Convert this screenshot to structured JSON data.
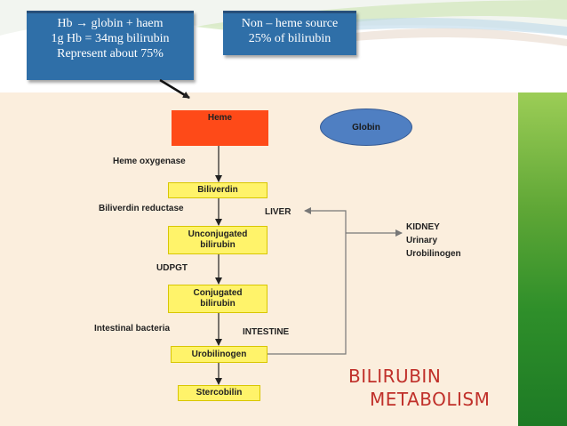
{
  "notes": {
    "hb": [
      "Hb → globin + haem",
      "1g Hb = 34mg bilirubin",
      "Represent about 75%"
    ],
    "nonheme": [
      "Non – heme source",
      "25% of bilirubin"
    ]
  },
  "diagram": {
    "heme": "Heme",
    "globin": "Globin",
    "biliverdin": "Biliverdin",
    "unconjugated": "Unconjugated\nbilirubin",
    "conjugated": "Conjugated\nbilirubin",
    "urobilinogen": "Urobilinogen",
    "stercobilin": "Stercobilin",
    "heme_oxygenase": "Heme oxygenase",
    "biliverdin_reductase": "Biliverdin reductase",
    "udpgt": "UDPGT",
    "intestinal_bacteria": "Intestinal bacteria",
    "liver": "LIVER",
    "intestine": "INTESTINE",
    "kidney": [
      "KIDNEY",
      "Urinary",
      "Urobilinogen"
    ]
  },
  "title": [
    "BILIRUBIN",
    "METABOLISM"
  ],
  "colors": {
    "note_box": "#2f6fa8",
    "heme_box": "#fe4a18",
    "node_fill": "#fff36a",
    "globin": "#4f7fc2",
    "panel": "#fbeedd",
    "title": "#c0302a",
    "stripe": "#2f8f2a"
  }
}
